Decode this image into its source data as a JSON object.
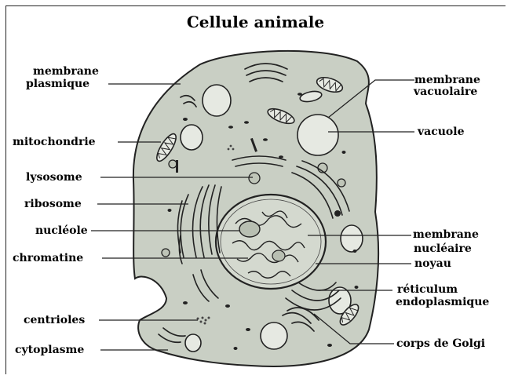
{
  "title": "Cellule animale",
  "labels": {
    "membrane_plasmique_1": "membrane",
    "membrane_plasmique_2": "plasmique",
    "mitochondrie": "mitochondrie",
    "lysosome": "lysosome",
    "ribosome": "ribosome",
    "nucleole": "nucléole",
    "chromatine": "chromatine",
    "centrioles": "centrioles",
    "cytoplasme": "cytoplasme",
    "membrane_vacuolaire_1": "membrane",
    "membrane_vacuolaire_2": "vacuolaire",
    "vacuole": "vacuole",
    "membrane_nucleaire_1": "membrane",
    "membrane_nucleaire_2": "nucléaire",
    "noyau": "noyau",
    "reticulum_1": "réticulum",
    "reticulum_2": "endoplasmique",
    "golgi": "corps de Golgi"
  },
  "colors": {
    "cytoplasm": "#c9cfc4",
    "outline": "#222222",
    "nucleus": "#d4d9cf",
    "organelle": "#e6e9e2"
  }
}
